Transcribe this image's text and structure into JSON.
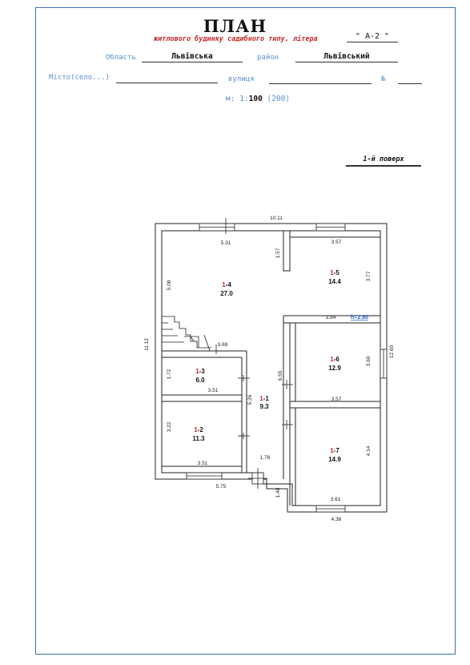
{
  "header": {
    "title": "ПЛАН",
    "subtitle": "житлового будинку садибного типу, літера",
    "litera": "\" А-2 \""
  },
  "fields": {
    "oblast_label": "Область",
    "oblast_value": "Львівська",
    "raion_label": "район",
    "raion_value": "Львівський",
    "misto_label": "Місто(село...)",
    "vulytsia_label": "вулиця",
    "number_label": "№"
  },
  "scale": {
    "prefix": "м:",
    "base": "1:",
    "value": "100",
    "alt": "(200)"
  },
  "floor_label": "1-й поверх",
  "plan": {
    "height_mark": "h=2.80",
    "colors": {
      "wall": "#222222",
      "room_floor": "#c62828",
      "height_mark": "#2a5ec0",
      "frame": "#3a6fb5"
    },
    "rooms": [
      {
        "floor": "1",
        "num": "-1",
        "area": "9.3"
      },
      {
        "floor": "1",
        "num": "-2",
        "area": "11.3"
      },
      {
        "floor": "1",
        "num": "-3",
        "area": "6.0"
      },
      {
        "floor": "1",
        "num": "-4",
        "area": "27.0"
      },
      {
        "floor": "1",
        "num": "-5",
        "area": "14.4"
      },
      {
        "floor": "1",
        "num": "-6",
        "area": "12.9"
      },
      {
        "floor": "1",
        "num": "-7",
        "area": "14.9"
      }
    ],
    "dims": [
      "10.11",
      "5.31",
      "1.57",
      "3.57",
      "5.08",
      "3.77",
      "3.84",
      "11.12",
      "3.69",
      "1.72",
      "3.51",
      "3.60",
      "12.60",
      "5.26",
      "6.55",
      "3.57",
      "3.22",
      "3.51",
      "1.76",
      "4.14",
      "5.75",
      "1.48",
      "3.61",
      "4.36"
    ]
  }
}
